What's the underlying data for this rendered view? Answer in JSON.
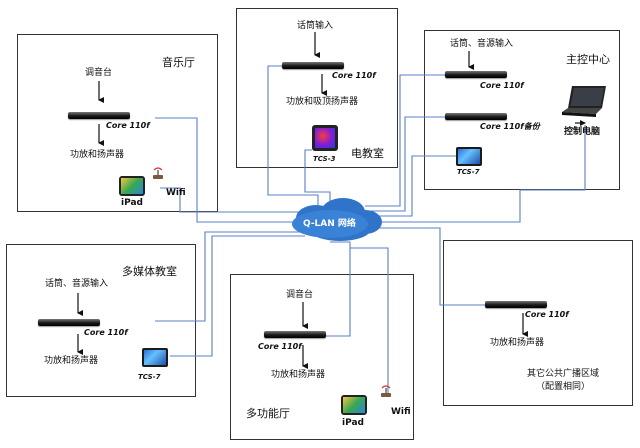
{
  "network": {
    "label": "Q-LAN 网络"
  },
  "rooms": {
    "music_hall": {
      "name": "音乐厅",
      "input": "调音台",
      "processor": "Core 110f",
      "output": "功放和扬声器",
      "tablet": "iPad",
      "wifi": "Wifi"
    },
    "e_classroom": {
      "name": "电教室",
      "input": "话筒输入",
      "processor": "Core 110f",
      "output": "功放和吸顶扬声器",
      "panel": "TCS-3"
    },
    "control_center": {
      "name": "主控中心",
      "input": "话筒、音源输入",
      "processor": "Core 110f",
      "backup": "Core 110f备份",
      "panel": "TCS-7",
      "computer": "控制电脑"
    },
    "multimedia_classroom": {
      "name": "多媒体教室",
      "input": "话筒、音源输入",
      "processor": "Core 110f",
      "output": "功放和扬声器",
      "panel": "TCS-7"
    },
    "multifunction_hall": {
      "name": "多功能厅",
      "input": "调音台",
      "processor": "Core 110f",
      "output": "功放和扬声器",
      "tablet": "iPad",
      "wifi": "Wifi"
    },
    "public_area": {
      "name_line1": "其它公共广播区域",
      "name_line2": "（配置相同）",
      "processor": "Core 110f",
      "output": "功放和扬声器"
    }
  },
  "colors": {
    "link": "#5b7fc4",
    "arrow": "#111111",
    "cloud": "#2f74c9"
  }
}
